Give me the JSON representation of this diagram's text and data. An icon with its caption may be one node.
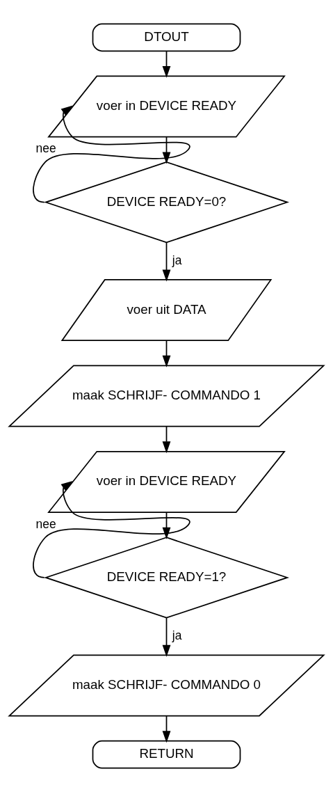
{
  "diagram": {
    "nodes": [
      {
        "text": [
          "DTOUT"
        ]
      },
      {
        "text": [
          "voer in DEVICE READY"
        ]
      },
      {
        "text": [
          "DEVICE READY=0?"
        ]
      },
      {
        "text": [
          "voer uit DATA"
        ]
      },
      {
        "text": [
          "maak SCHRIJF- COMMANDO 1"
        ]
      },
      {
        "text": [
          "voer in DEVICE READY"
        ]
      },
      {
        "text": [
          "DEVICE READY=1?"
        ]
      },
      {
        "text": [
          "maak SCHRIJF- COMMANDO 0"
        ]
      },
      {
        "text": [
          "RETURN"
        ]
      }
    ],
    "edges": [
      {
        "from": 0,
        "to": 1,
        "arrow": "to"
      },
      {
        "from": 2,
        "to": 1,
        "arrow": "to",
        "label": "nee"
      },
      {
        "from": 1,
        "to": 2,
        "arrow": "to"
      },
      {
        "from": 2,
        "to": 3,
        "arrow": "to",
        "label": "ja"
      },
      {
        "from": 3,
        "to": 4,
        "arrow": "to"
      },
      {
        "from": 4,
        "to": 5,
        "arrow": "to"
      },
      {
        "from": 6,
        "to": 5,
        "arrow": "to",
        "label": "nee"
      },
      {
        "from": 5,
        "to": 6,
        "arrow": "to"
      },
      {
        "from": 6,
        "to": 7,
        "arrow": "to",
        "label": "ja"
      },
      {
        "from": 7,
        "to": 8,
        "arrow": "to"
      }
    ]
  }
}
